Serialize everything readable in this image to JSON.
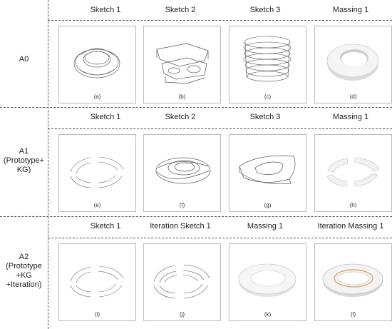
{
  "rows": [
    {
      "label": [
        "A0"
      ],
      "headers": [
        "Sketch 1",
        "Sketch 2",
        "Sketch 3",
        "Massing 1"
      ],
      "captions": [
        "(a)",
        "(b)",
        "(c)",
        "(d)"
      ]
    },
    {
      "label": [
        "A1",
        "(Prototype+",
        "KG)"
      ],
      "headers": [
        "Sketch 1",
        "Sketch  2",
        "Sketch  3",
        "Massing 1"
      ],
      "captions": [
        "(e)",
        "(f)",
        "(g)",
        "(h)"
      ]
    },
    {
      "label": [
        "A2",
        "(Prototype",
        "+KG",
        "+Iteration)"
      ],
      "headers": [
        "Sketch  1",
        "Iteration Sketch 1",
        "Massing 1",
        "Iteration Massing 1"
      ],
      "captions": [
        "(i)",
        "(j)",
        "(k)",
        "(l)"
      ]
    }
  ]
}
